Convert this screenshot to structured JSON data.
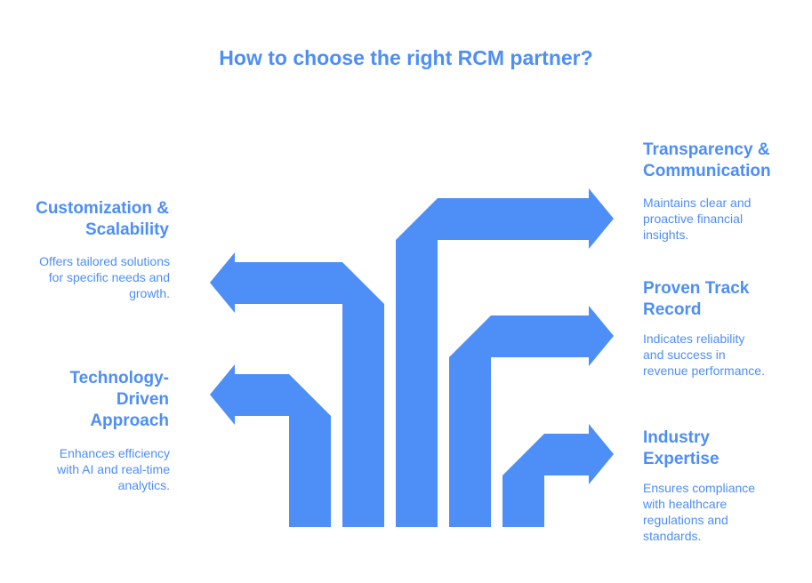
{
  "title": "How to choose the right RCM partner?",
  "colors": {
    "accent": "#4d8ef7",
    "shape": "#4d8ef7",
    "background": "#ffffff"
  },
  "items": [
    {
      "heading": "Customization & Scalability",
      "description": "Offers tailored solutions for specific needs and growth.",
      "side": "left"
    },
    {
      "heading": "Technology-Driven Approach",
      "description": "Enhances efficiency with AI and real-time analytics.",
      "side": "left"
    },
    {
      "heading": "Transparency & Communication",
      "description": "Maintains clear and proactive financial insights.",
      "side": "right"
    },
    {
      "heading": "Proven Track Record",
      "description": "Indicates reliability and success in revenue performance.",
      "side": "right"
    },
    {
      "heading": "Industry Expertise",
      "description": "Ensures compliance with healthcare regulations and standards.",
      "side": "right"
    }
  ]
}
